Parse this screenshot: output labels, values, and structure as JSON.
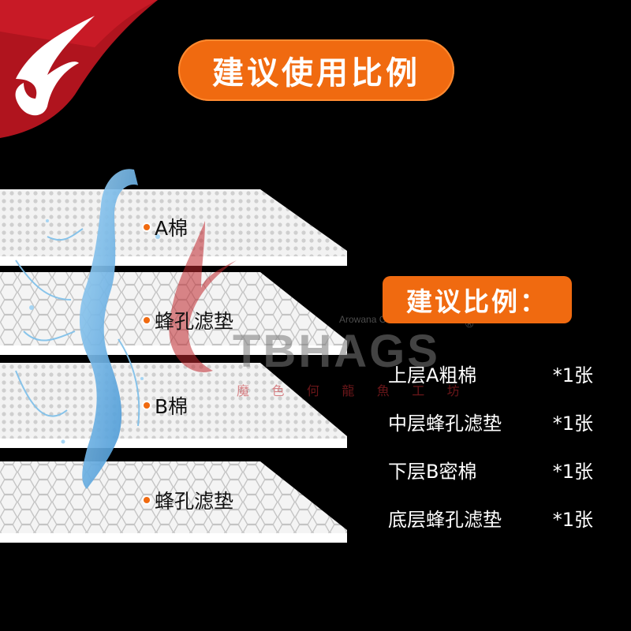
{
  "title": "建议使用比例",
  "layers": [
    {
      "label": "A棉"
    },
    {
      "label": "蜂孔滤垫"
    },
    {
      "label": "B棉"
    },
    {
      "label": "蜂孔滤垫"
    }
  ],
  "ratio": {
    "heading": "建议比例：",
    "rows": [
      {
        "name": "上层A粗棉",
        "qty": "*1张"
      },
      {
        "name": "中层蜂孔滤垫",
        "qty": "*1张"
      },
      {
        "name": "下层B密棉",
        "qty": "*1张"
      },
      {
        "name": "底层蜂孔滤垫",
        "qty": "*1张"
      }
    ]
  },
  "watermark": {
    "studio": "Arowana Craftsmen Studio",
    "brand": "TBHAGS",
    "registered": "®",
    "cn": "魔 色 何 龍 魚 工 坊"
  },
  "colors": {
    "accent": "#f06a10",
    "background": "#000000",
    "water": "#5aa8e0"
  }
}
